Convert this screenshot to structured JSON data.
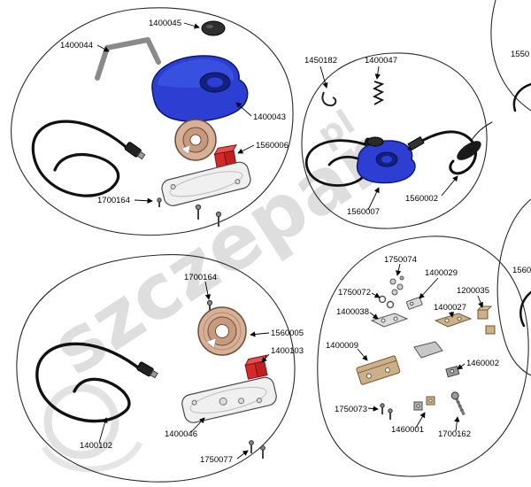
{
  "watermark": {
    "text": "szczepan",
    "suffix": "pl"
  },
  "assemblies": {
    "top_left": {
      "labels": [
        {
          "part": "1400045"
        },
        {
          "part": "1400044"
        },
        {
          "part": "1400043"
        },
        {
          "part": "1560006"
        },
        {
          "part": "1700164"
        }
      ]
    },
    "top_center": {
      "labels": [
        {
          "part": "1450182"
        },
        {
          "part": "1400047"
        },
        {
          "part": "1560002"
        },
        {
          "part": "1560007"
        }
      ]
    },
    "right_edge": {
      "labels": [
        {
          "part": "1550"
        },
        {
          "part": "1560"
        }
      ]
    },
    "bottom_left": {
      "labels": [
        {
          "part": "1700164"
        },
        {
          "part": "1560005"
        },
        {
          "part": "1400103"
        },
        {
          "part": "1400102"
        },
        {
          "part": "1400046"
        },
        {
          "part": "1750077"
        }
      ]
    },
    "bottom_right": {
      "labels": [
        {
          "part": "1750074"
        },
        {
          "part": "1400029"
        },
        {
          "part": "1750072"
        },
        {
          "part": "1200035"
        },
        {
          "part": "1400027"
        },
        {
          "part": "1400038"
        },
        {
          "part": "1400009"
        },
        {
          "part": "1460002"
        },
        {
          "part": "1750073"
        },
        {
          "part": "1460001"
        },
        {
          "part": "1700162"
        }
      ]
    }
  },
  "colors": {
    "housing_blue": "#2c3fd2",
    "housing_blue_dark": "#12207e",
    "coil_copper": "#d8b096",
    "connector_red": "#d32b2b",
    "bracket_brass": "#cdb089",
    "plate_gray": "#f0f0f0",
    "watermark_gray": "#d2d2d2"
  }
}
